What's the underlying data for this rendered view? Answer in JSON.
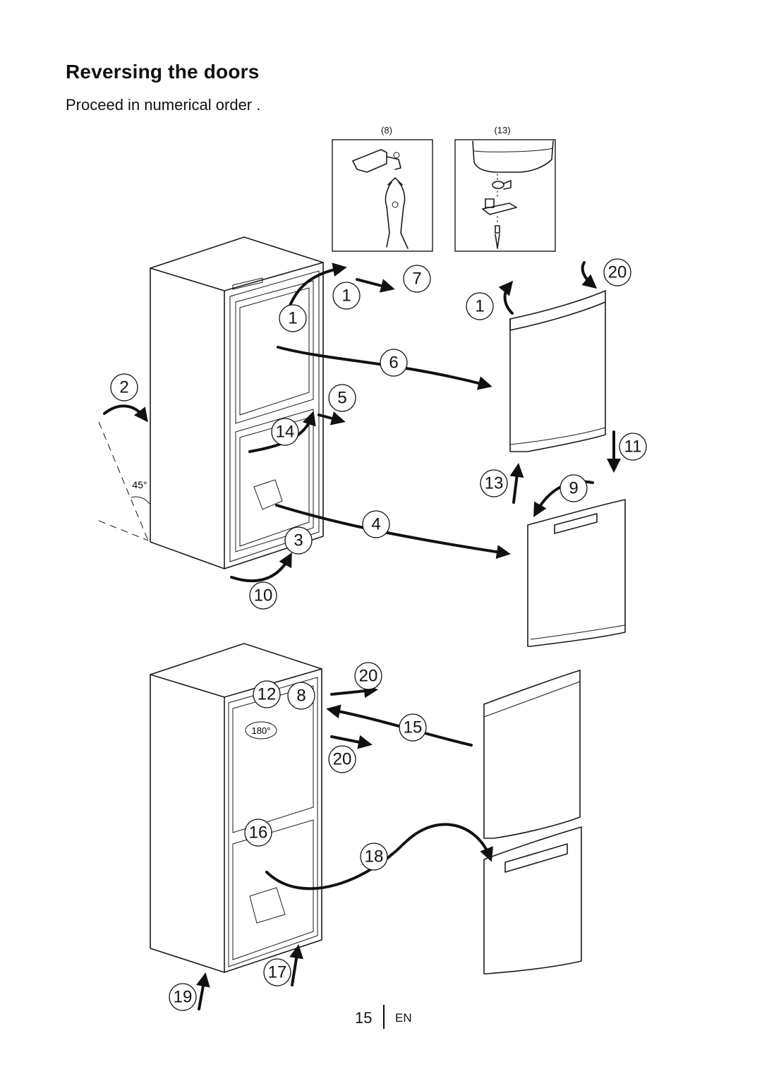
{
  "page": {
    "title": "Reversing the doors",
    "subtitle": "Proceed in numerical order .",
    "page_number": "15",
    "language": "EN"
  },
  "insets": [
    {
      "label": "(8)"
    },
    {
      "label": "(13)"
    }
  ],
  "annotations": {
    "tilt_angle": "45°",
    "rotation_angle": "180°"
  },
  "steps": [
    "1",
    "1",
    "1",
    "2",
    "3",
    "4",
    "5",
    "6",
    "7",
    "9",
    "10",
    "11",
    "13",
    "14",
    "20",
    "8",
    "12",
    "15",
    "16",
    "17",
    "18",
    "19",
    "20",
    "20"
  ]
}
